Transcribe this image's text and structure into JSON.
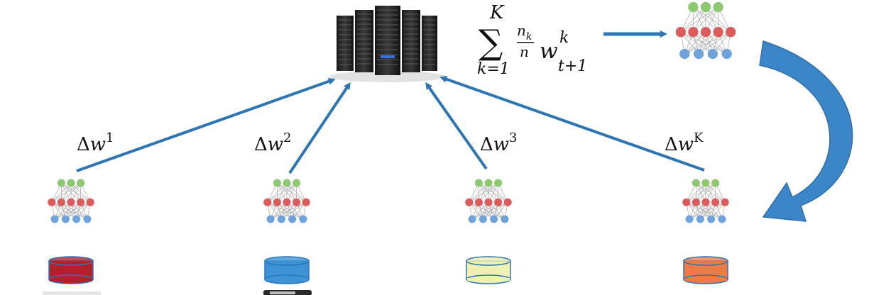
{
  "formula": {
    "sum_symbol": "∑",
    "upper_limit": "K",
    "lower_limit": "k=1",
    "frac_num_base": "n",
    "frac_num_sub": "k",
    "frac_den": "n",
    "weight_base": "w",
    "weight_sup": "k",
    "weight_sub": "t+1"
  },
  "clients": [
    {
      "delta": "Δ",
      "w": "w",
      "sup": "1",
      "db_color": "#b2212a"
    },
    {
      "delta": "Δ",
      "w": "w",
      "sup": "2",
      "db_color": "#3d93d6"
    },
    {
      "delta": "Δ",
      "w": "w",
      "sup": "3",
      "db_color": "#eef1b0"
    },
    {
      "delta": "Δ",
      "w": "w",
      "sup": "K",
      "db_color": "#ee7a45"
    }
  ],
  "colors": {
    "arrow": "#2e75b6",
    "curved_arrow": "#3a86c8",
    "node_output": "#8dc96f",
    "node_hidden": "#dd5b5b",
    "node_input": "#6fa3dc",
    "edge": "#9a9a9a"
  },
  "icons": {
    "server": "server-rack-icon",
    "network": "neural-network-icon",
    "database": "database-cylinder-icon"
  }
}
